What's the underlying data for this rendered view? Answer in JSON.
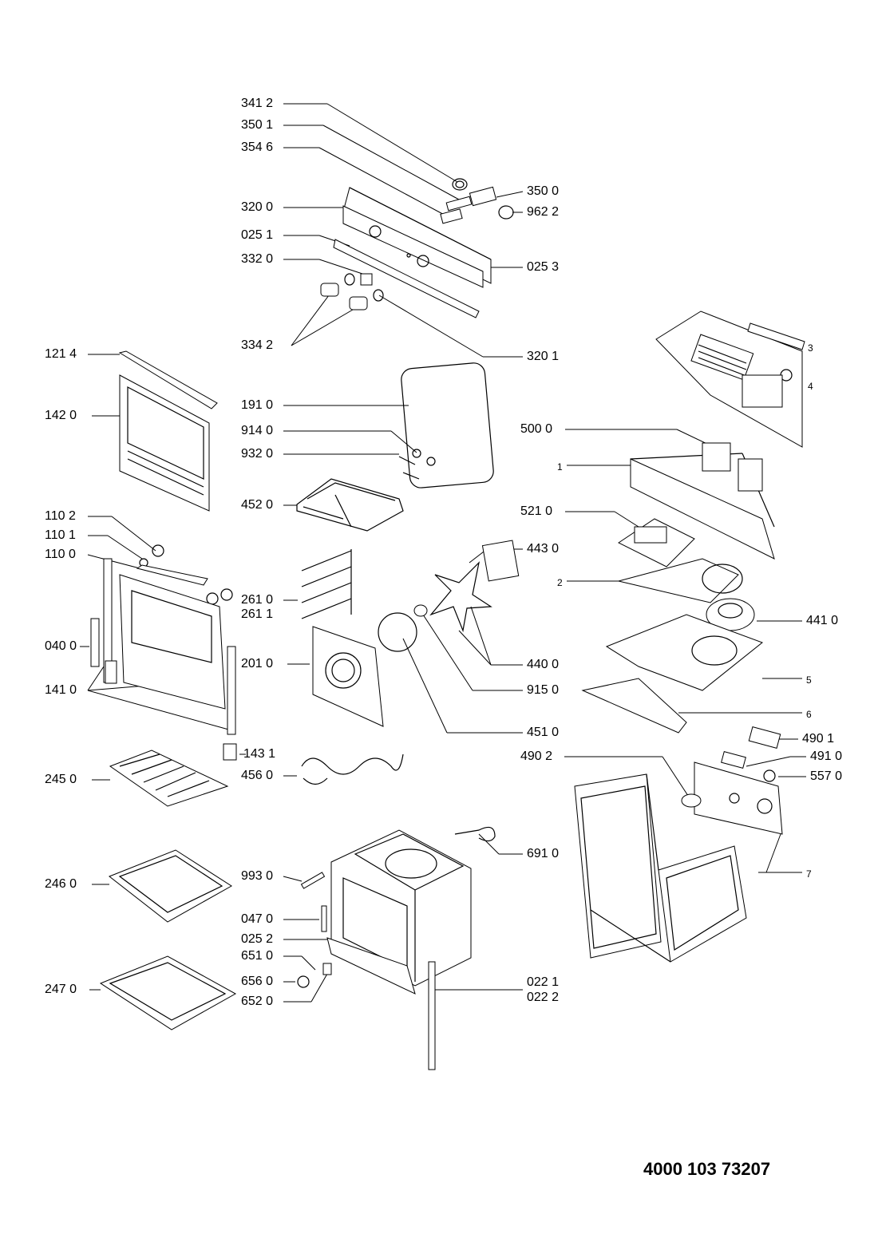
{
  "document_number": "4000 103 73207",
  "labels": {
    "p3412": "341 2",
    "p3501": "350 1",
    "p3546": "354 6",
    "p3500": "350 0",
    "p9622": "962 2",
    "p3200": "320 0",
    "p0251": "025 1",
    "p3320": "332 0",
    "p0253": "025 3",
    "p3342": "334 2",
    "p3201": "320 1",
    "p1214": "121 4",
    "p1420": "142 0",
    "p1910": "191 0",
    "p9140": "914 0",
    "p9320": "932 0",
    "p4520": "452 0",
    "p1102": "110 2",
    "p1101": "110 1",
    "p1100": "110 0",
    "p2610": "261 0",
    "p2611": "261 1",
    "p0400": "040 0",
    "p1410": "141 0",
    "p2010": "201 0",
    "p1431": "143 1",
    "p4560": "456 0",
    "p4430": "443 0",
    "p4400": "440 0",
    "p9150": "915 0",
    "p4510": "451 0",
    "p4410": "441 0",
    "p5000": "500 0",
    "p5210": "521 0",
    "p4901": "490 1",
    "p4902": "490 2",
    "p4910": "491 0",
    "p5570": "557 0",
    "p2450": "245 0",
    "p2460": "246 0",
    "p2470": "247 0",
    "p9930": "993 0",
    "p0470": "047 0",
    "p0252": "025 2",
    "p6510": "651 0",
    "p6560": "656 0",
    "p6520": "652 0",
    "p0221": "022 1",
    "p0222": "022 2",
    "p6910": "691 0",
    "s1": "1",
    "s2": "2",
    "s3": "3",
    "s4": "4",
    "s5": "5",
    "s6": "6",
    "s7": "7"
  }
}
